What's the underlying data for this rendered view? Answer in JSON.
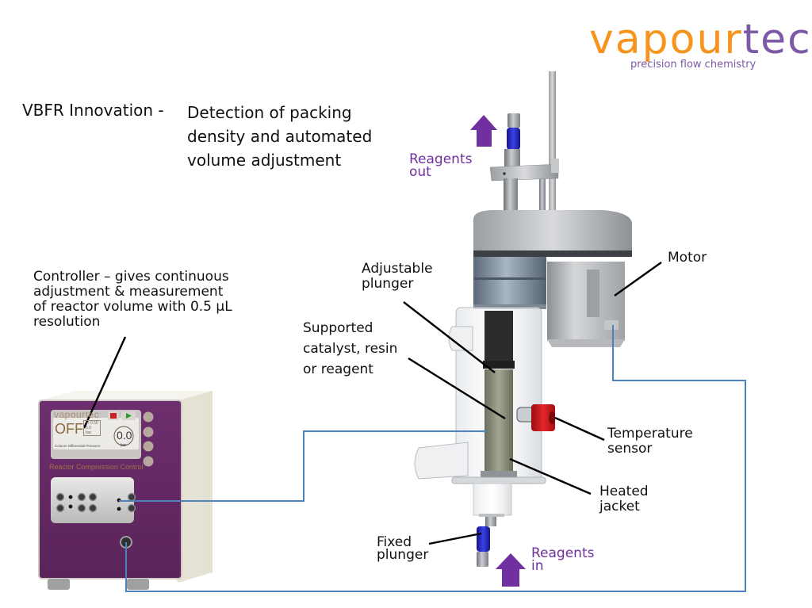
{
  "logo": {
    "word_part1": "vapour",
    "word_part2": "tec",
    "tagline": "precision flow chemistry",
    "color_orange": "#f7941d",
    "color_purple": "#7b5aa6"
  },
  "title": {
    "prefix": "VBFR Innovation  -",
    "text": "Detection of packing\ndensity and automated\nvolume adjustment"
  },
  "labels": {
    "controller": "Controller – gives continuous\nadjustment & measurement\nof reactor volume with 0.5 µL\nresolution",
    "adjustable_plunger": "Adjustable\nplunger",
    "supported_catalyst": "Supported\ncatalyst, resin\nor reagent",
    "motor": "Motor",
    "temperature_sensor": "Temperature\nsensor",
    "heated_jacket": "Heated\njacket",
    "fixed_plunger": "Fixed\nplunger",
    "reagents_out": "Reagents\nout",
    "reagents_in": "Reagents\nin"
  },
  "controller_device": {
    "brand": "vapourtec",
    "status": "OFF",
    "setpoint_lines": [
      "+/-0.50",
      "5.0",
      "bar"
    ],
    "gauge_value": "0.0",
    "gauge_unit": "bar",
    "screen_caption": "Column Differential Pressure",
    "panel_label": "Reactor Compression Control"
  },
  "colors": {
    "arrow_purple": "#7030a0",
    "wire_blue": "#4f81bd",
    "device_purple": "#6b2d6b",
    "cap_red": "#d0141a",
    "fitting_blue": "#2a2ecc"
  }
}
